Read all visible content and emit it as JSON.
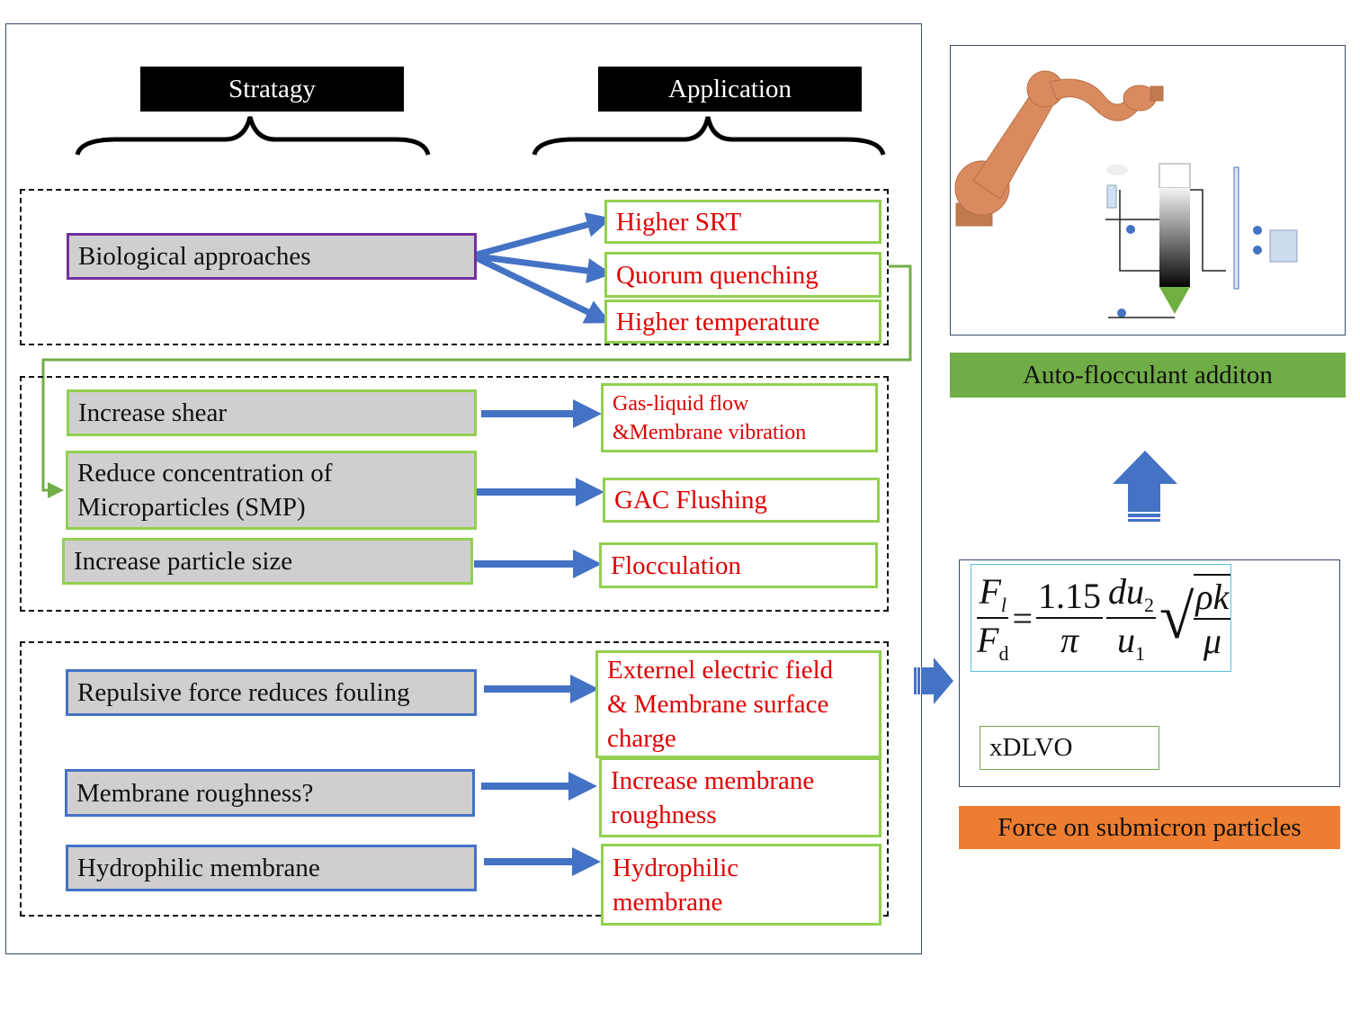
{
  "headers": {
    "strategy": "Stratagy",
    "application": "Application"
  },
  "group1": {
    "strategies": [
      {
        "label": "Biological approaches"
      }
    ],
    "applications": [
      {
        "label": "Higher SRT"
      },
      {
        "label": "Quorum quenching"
      },
      {
        "label": "Higher temperature"
      }
    ]
  },
  "group2": {
    "strategies": [
      {
        "label": "Increase shear"
      },
      {
        "line1": "Reduce concentration of",
        "line2": "Microparticles (SMP)"
      },
      {
        "label": "Increase particle size"
      }
    ],
    "applications": [
      {
        "line1": "Gas-liquid flow",
        "line2": "&Membrane vibration"
      },
      {
        "label": "GAC Flushing"
      },
      {
        "label": "Flocculation"
      }
    ]
  },
  "group3": {
    "strategies": [
      {
        "label": "Repulsive  force reduces fouling"
      },
      {
        "label": "Membrane roughness?"
      },
      {
        "label": "Hydrophilic membrane"
      }
    ],
    "applications": [
      {
        "line1": "Externel electric field",
        "line2": "& Membrane surface",
        "line3": "charge"
      },
      {
        "line1": "Increase membrane",
        "line2": "roughness"
      },
      {
        "line1": "Hydrophilic",
        "line2": "membrane"
      }
    ]
  },
  "right_panel": {
    "illustration_caption": "Auto-flocculant  additon",
    "equation": {
      "lhs_num": "F",
      "lhs_num_sub": "l",
      "lhs_den": "F",
      "lhs_den_sub": "d",
      "equals": "=",
      "coef_num": "1.15",
      "coef_den": "π",
      "frac2_num": "du",
      "frac2_num_sub": "2",
      "frac2_den": "u",
      "frac2_den_sub": "1",
      "sqrt_num": "ρk",
      "sqrt_den": "μ"
    },
    "xdlvo_label": "xDLVO",
    "force_caption": "Force on submicron particles"
  },
  "colors": {
    "arrow_blue": "#4472c4",
    "strategy_fill": "#d0cece",
    "app_text_red": "#e00000",
    "green_border": "#92d050",
    "purple_border": "#7030a0",
    "caption_green": "#70ad47",
    "caption_orange": "#ed7d31",
    "robot_orange": "#d98b5f"
  }
}
